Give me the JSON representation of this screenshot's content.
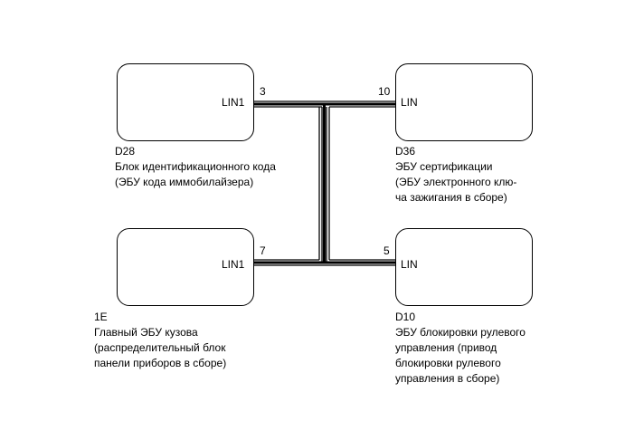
{
  "colors": {
    "line": "#000000",
    "background": "#ffffff"
  },
  "components": {
    "d28": {
      "code": "D28",
      "name": "Блок идентификационного кода",
      "desc": [
        "(ЭБУ кода иммобилайзера)"
      ],
      "pin_label": "LIN1",
      "pin_number": "3"
    },
    "d36": {
      "code": "D36",
      "name": "ЭБУ сертификации",
      "desc": [
        "(ЭБУ электронного клю-",
        "ча зажигания в сборе)"
      ],
      "pin_label": "LIN",
      "pin_number": "10"
    },
    "e1": {
      "code": "1E",
      "name": "Главный ЭБУ кузова",
      "desc": [
        "(распределительный блок",
        "панели приборов в сборе)"
      ],
      "pin_label": "LIN1",
      "pin_number": "7"
    },
    "d10": {
      "code": "D10",
      "name": "ЭБУ блокировки рулевого",
      "desc": [
        "управления (привод",
        "блокировки рулевого",
        "управления в сборе)"
      ],
      "pin_label": "LIN",
      "pin_number": "5"
    }
  }
}
